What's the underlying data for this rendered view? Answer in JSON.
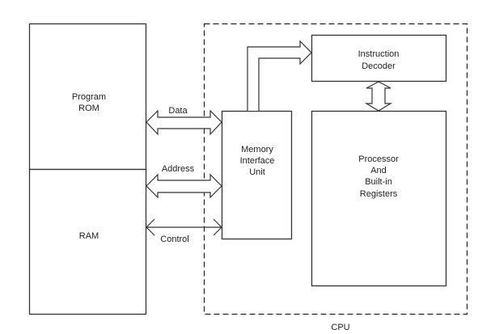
{
  "diagram": {
    "blocks": {
      "program_rom": [
        "Program",
        "ROM"
      ],
      "ram": [
        "RAM"
      ],
      "memory_interface_unit": [
        "Memory",
        "Interface",
        "Unit"
      ],
      "instruction_decoder": [
        "Instruction",
        "Decoder"
      ],
      "processor": [
        "Processor",
        "And",
        "Built-in",
        "Registers"
      ]
    },
    "container_label": "CPU",
    "buses": {
      "data": "Data",
      "address": "Address",
      "control": "Control"
    },
    "connections": [
      {
        "from": "Program ROM / RAM",
        "to": "Memory Interface Unit",
        "label": "Data",
        "type": "bidirectional-bus"
      },
      {
        "from": "Program ROM / RAM",
        "to": "Memory Interface Unit",
        "label": "Address",
        "type": "bidirectional-bus"
      },
      {
        "from": "Program ROM / RAM",
        "to": "Memory Interface Unit",
        "label": "Control",
        "type": "bidirectional-line"
      },
      {
        "from": "Memory Interface Unit",
        "to": "Instruction Decoder",
        "label": "",
        "type": "unidirectional-bus"
      },
      {
        "from": "Instruction Decoder",
        "to": "Processor And Built-in Registers",
        "label": "",
        "type": "bidirectional-bus"
      }
    ]
  }
}
